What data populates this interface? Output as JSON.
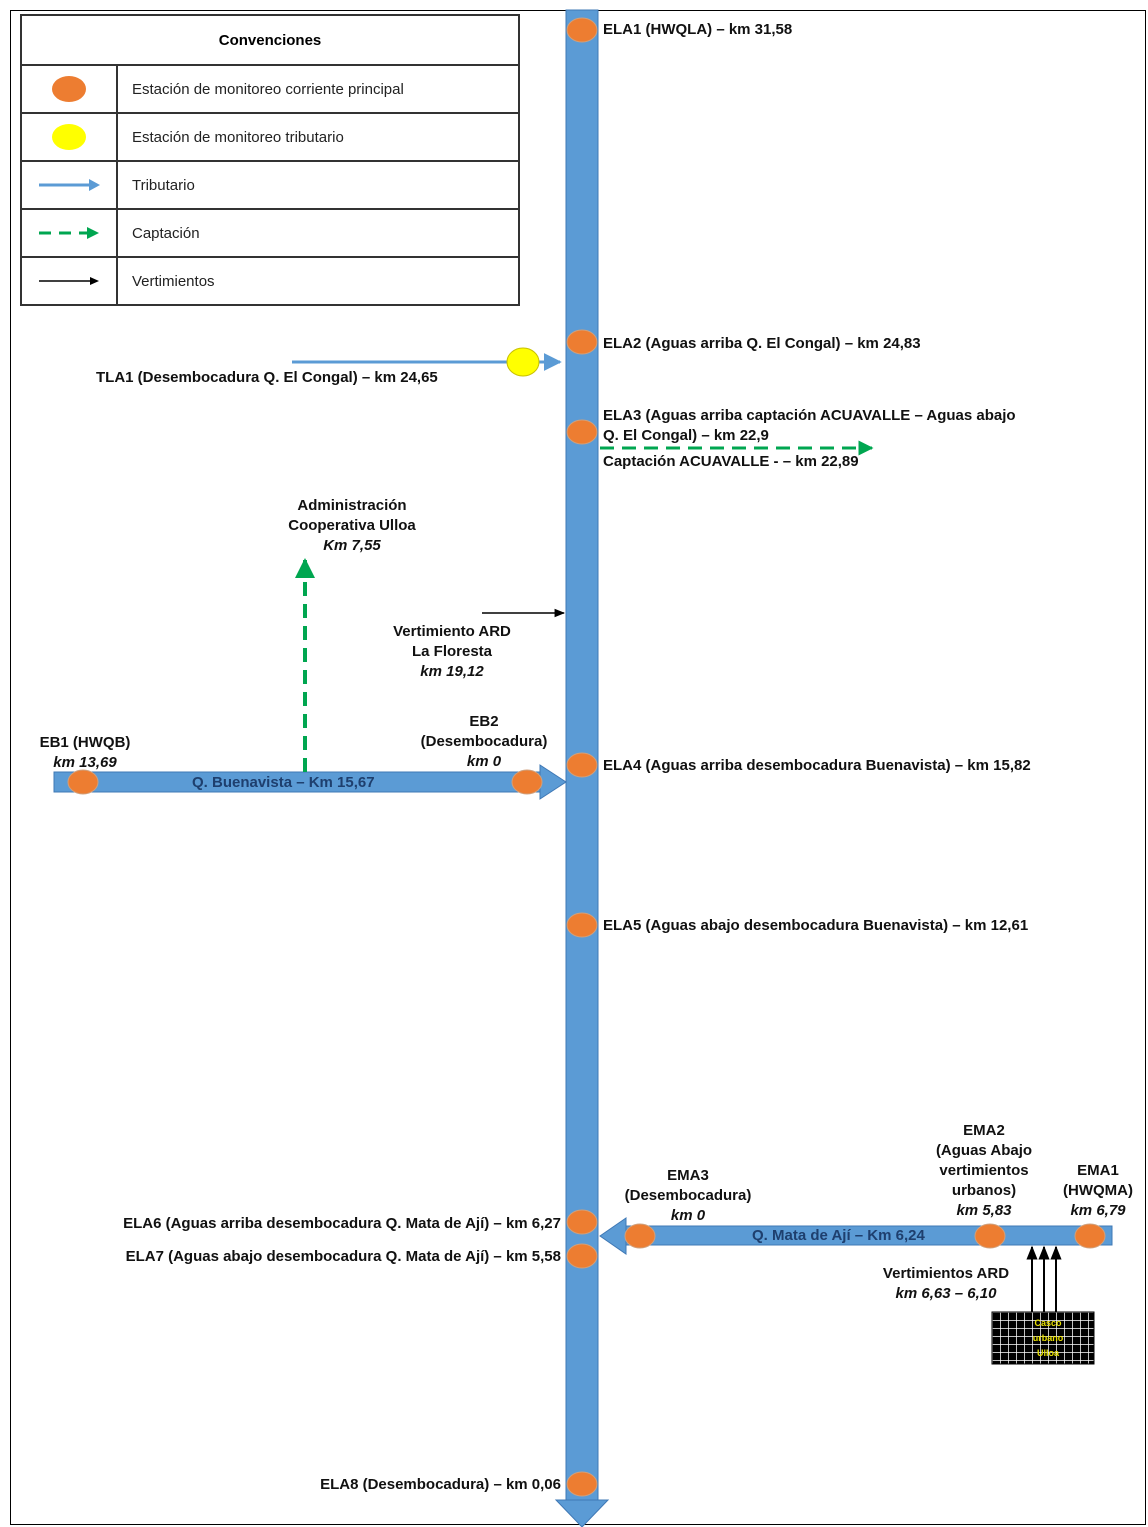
{
  "legend": {
    "title": "Convenciones",
    "items": [
      {
        "symbol": "orange-dot",
        "label": "Estación de monitoreo corriente principal"
      },
      {
        "symbol": "yellow-dot",
        "label": "Estación de monitoreo tributario"
      },
      {
        "symbol": "blue-arrow",
        "label": "Tributario"
      },
      {
        "symbol": "green-dashed-arrow",
        "label": "Captación"
      },
      {
        "symbol": "black-arrow",
        "label": "Vertimientos"
      }
    ]
  },
  "colors": {
    "river": "#5b9bd5",
    "main_station": "#ed7d31",
    "tributary_station": "#ffff00",
    "captacion": "#00a650",
    "vertimiento": "#000000"
  },
  "main_stations": [
    {
      "id": "ELA1",
      "label": "ELA1 (HWQLA) – km 31,58"
    },
    {
      "id": "ELA2",
      "label": "ELA2 (Aguas arriba Q. El Congal) – km 24,83"
    },
    {
      "id": "ELA3",
      "line1": "ELA3 (Aguas arriba captación ACUAVALLE – Aguas abajo",
      "line2": "Q. El Congal) – km 22,9"
    },
    {
      "id": "ELA4",
      "label": "ELA4 (Aguas arriba desembocadura Buenavista) – km 15,82"
    },
    {
      "id": "ELA5",
      "label": "ELA5 (Aguas abajo desembocadura Buenavista) – km 12,61"
    },
    {
      "id": "ELA6",
      "label": "ELA6 (Aguas arriba desembocadura Q. Mata de Ají) – km 6,27"
    },
    {
      "id": "ELA7",
      "label": "ELA7 (Aguas abajo desembocadura Q. Mata de Ají) – km 5,58"
    },
    {
      "id": "ELA8",
      "label": "ELA8 (Desembocadura) – km 0,06"
    }
  ],
  "tla1": {
    "label": "TLA1 (Desembocadura Q. El Congal) – km 24,65"
  },
  "captacion_acuavalle": {
    "label": "Captación ACUAVALLE - – km 22,89"
  },
  "administracion": {
    "line1": "Administración",
    "line2": "Cooperativa Ulloa",
    "km": "Km 7,55"
  },
  "ard_floresta": {
    "line1": "Vertimiento ARD",
    "line2": "La Floresta",
    "km": "km 19,12"
  },
  "buenavista": {
    "river_label": "Q. Buenavista – Km 15,67",
    "eb1": {
      "name": "EB1 (HWQB)",
      "km": "km 13,69"
    },
    "eb2": {
      "name": "EB2",
      "desc": "(Desembocadura)",
      "km": "km 0"
    }
  },
  "mata_aji": {
    "river_label": "Q. Mata de Ají – Km 6,24",
    "ema3": {
      "name": "EMA3",
      "desc": "(Desembocadura)",
      "km": "km 0"
    },
    "ema2": {
      "name": "EMA2",
      "line1": "(Aguas Abajo",
      "line2": "vertimientos",
      "line3": "urbanos)",
      "km": "km 5,83"
    },
    "ema1": {
      "name": "EMA1",
      "desc": "(HWQMA)",
      "km": "km 6,79"
    },
    "ard": {
      "line1": "Vertimientos ARD",
      "km": "km 6,63 – 6,10"
    },
    "urban_area": {
      "line1": "Casco",
      "line2": "urbano",
      "line3": "Ulloa"
    }
  }
}
